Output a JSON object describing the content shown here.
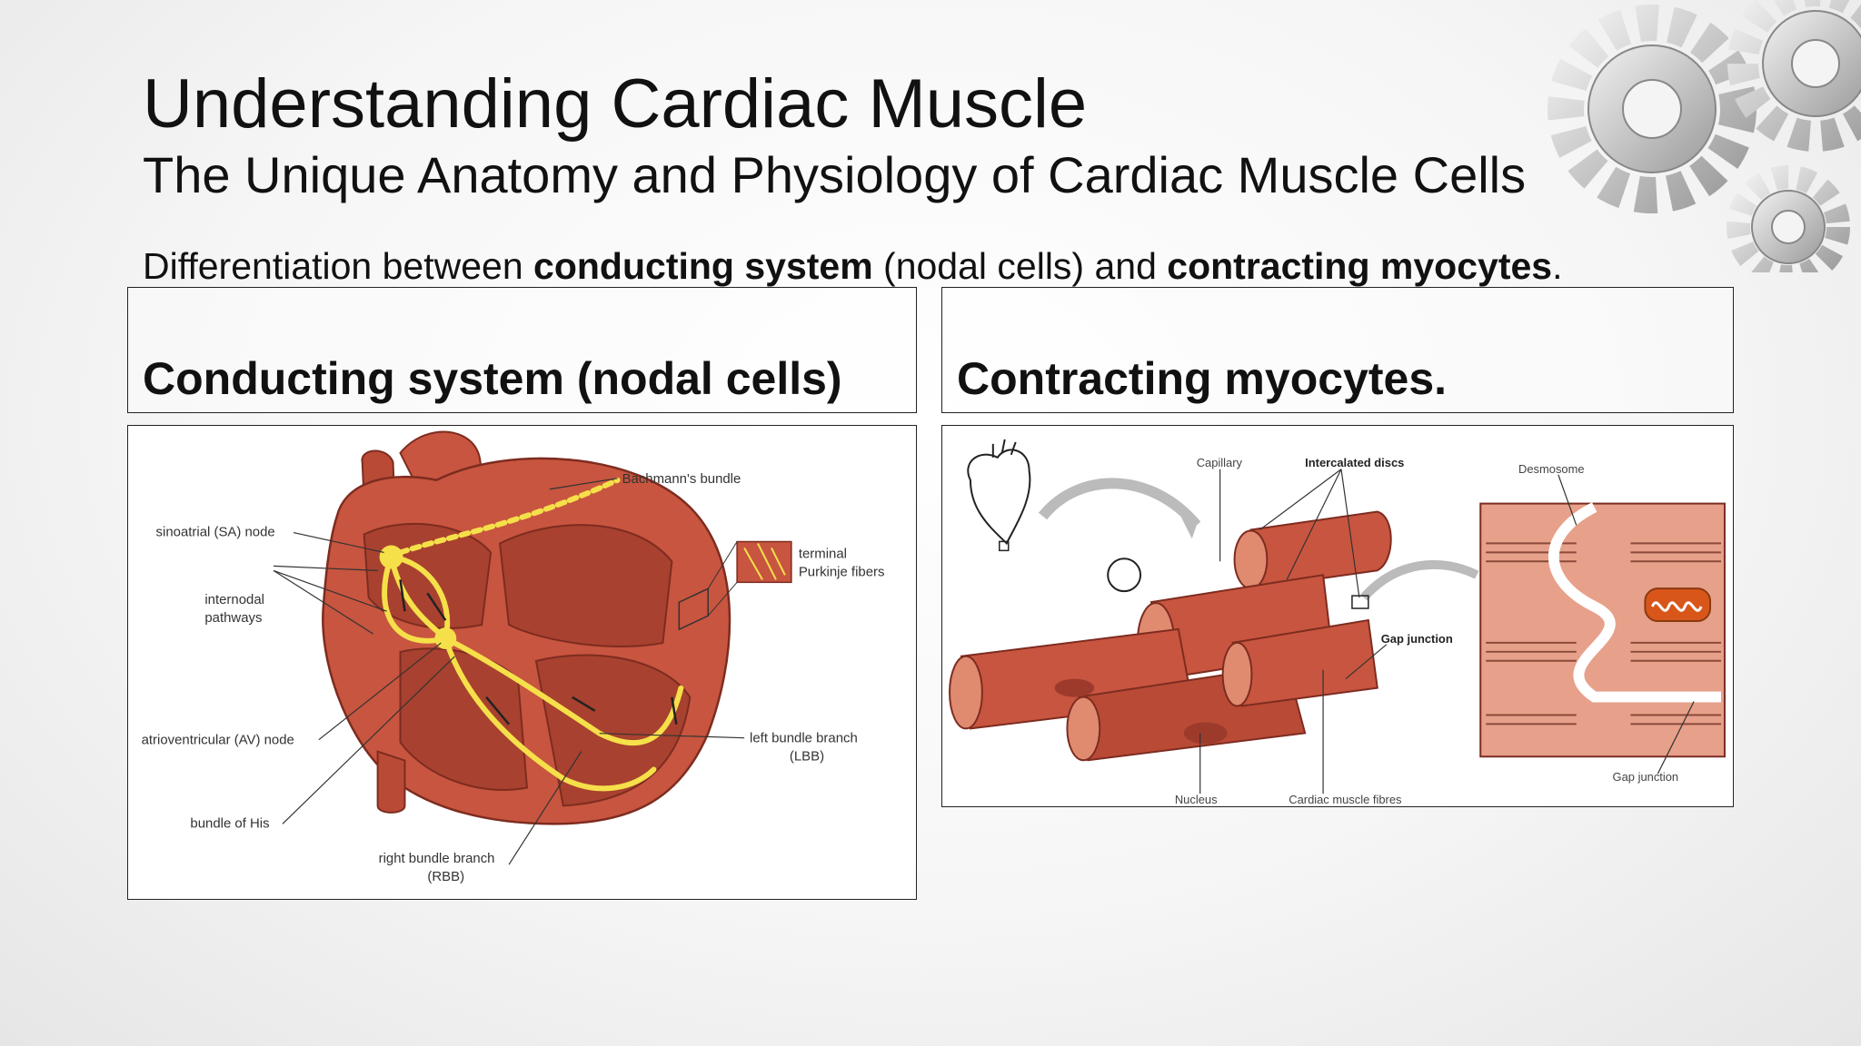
{
  "slide": {
    "title": "Understanding Cardiac Muscle",
    "subtitle": "The Unique Anatomy and Physiology of Cardiac Muscle Cells",
    "intro": {
      "prefix": "Differentiation between ",
      "term1": "conducting system",
      "middle": " (nodal cells) and ",
      "term2": "contracting myocytes",
      "suffix": "."
    }
  },
  "left_panel": {
    "heading": "Conducting system (nodal cells)",
    "labels": {
      "bachmann": "Bachmann's bundle",
      "sa_node": "sinoatrial (SA) node",
      "internodal_1": "internodal",
      "internodal_2": "pathways",
      "terminal_1": "terminal",
      "terminal_2": "Purkinje fibers",
      "av_node": "atrioventricular (AV) node",
      "lbb_1": "left bundle branch",
      "lbb_2": "(LBB)",
      "his": "bundle of His",
      "rbb_1": "right bundle branch",
      "rbb_2": "(RBB)"
    }
  },
  "right_panel": {
    "heading": "Contracting myocytes.",
    "labels": {
      "capillary": "Capillary",
      "intercalated": "Intercalated discs",
      "desmosome": "Desmosome",
      "gap_junction": "Gap junction",
      "gap_junction_2": "Gap junction",
      "nucleus": "Nucleus",
      "fibres": "Cardiac muscle fibres"
    }
  },
  "colors": {
    "muscle": "#c8553f",
    "muscle_dark": "#9c3b2c",
    "muscle_light": "#e08a70",
    "conduction": "#f5e04a"
  }
}
